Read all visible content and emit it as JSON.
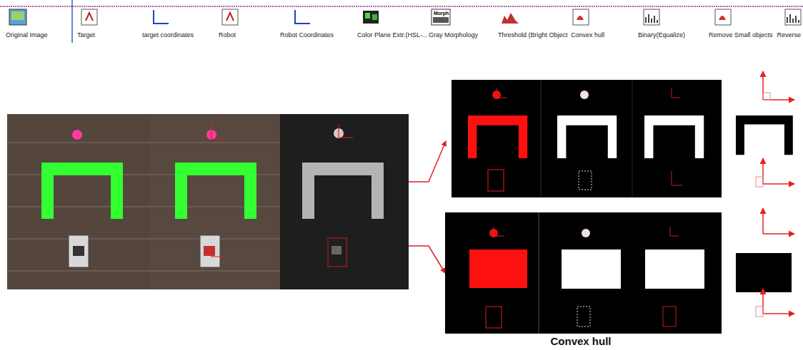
{
  "diagram": {
    "caption": "Convex hull",
    "labels": [
      "Original Image",
      "Target",
      "target coordinates",
      "Robot",
      "Robot Coordinates",
      "Color Plane Extr.(HSL-...",
      "Gray Morphology",
      "Threshold (Bright Object",
      "Convex hull",
      "Binary(Equalize)",
      "Remove Small objects",
      "Reverse",
      "Morph"
    ]
  }
}
